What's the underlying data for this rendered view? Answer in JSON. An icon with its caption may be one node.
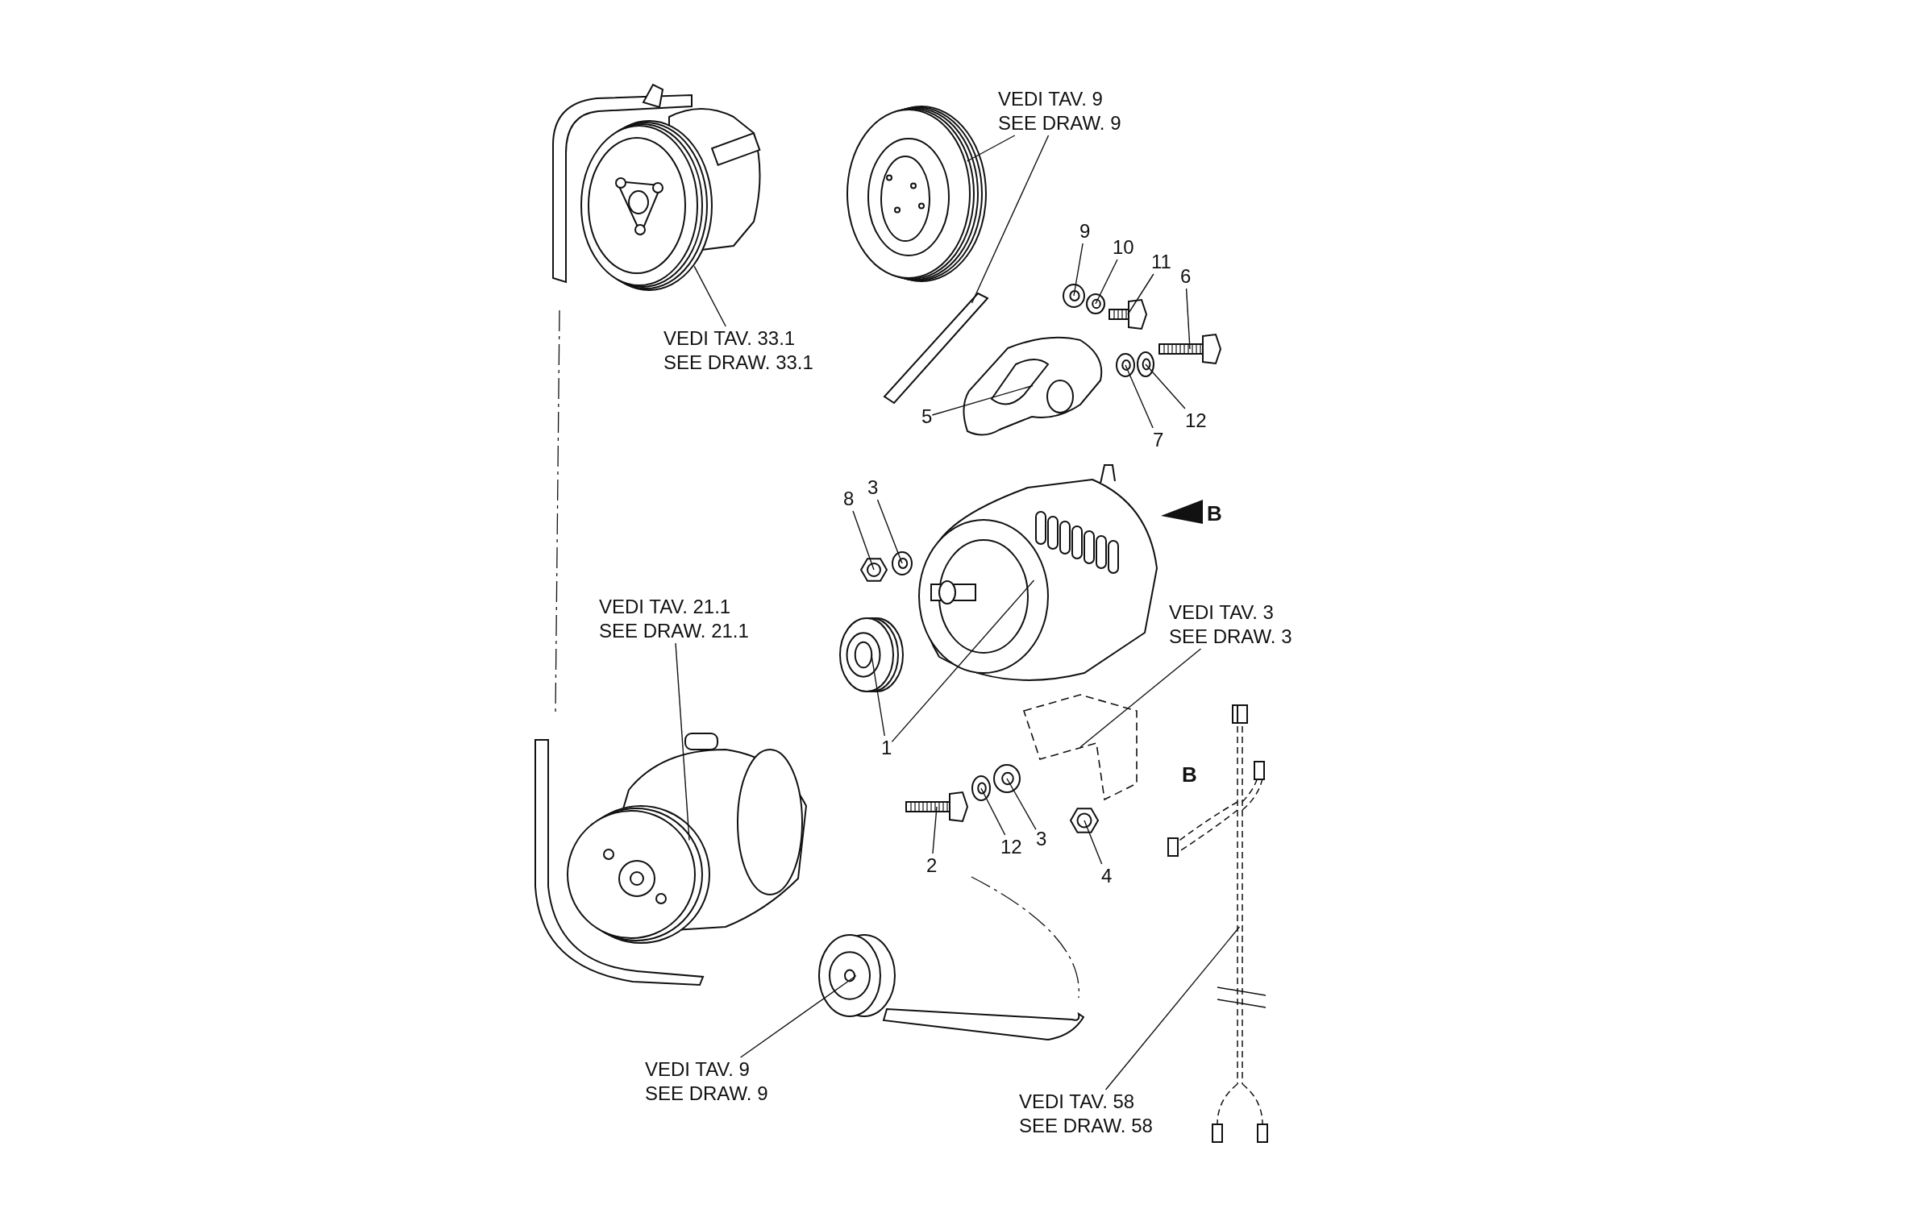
{
  "diagram": {
    "nodes": [
      {
        "text": [
          "VEDI TAV. 9",
          "SEE DRAW. 9"
        ]
      },
      {
        "text": [
          "9"
        ]
      },
      {
        "text": [
          "10"
        ]
      },
      {
        "text": [
          "11"
        ]
      },
      {
        "text": [
          "6"
        ]
      },
      {
        "text": [
          "VEDI TAV. 33.1",
          "SEE DRAW. 33.1"
        ]
      },
      {
        "text": [
          "5"
        ]
      },
      {
        "text": [
          "12"
        ]
      },
      {
        "text": [
          "7"
        ]
      },
      {
        "text": [
          "8"
        ]
      },
      {
        "text": [
          "3"
        ]
      },
      {
        "text": [
          "VEDI TAV. 21.1",
          "SEE DRAW. 21.1"
        ]
      },
      {
        "text": [
          "VEDI TAV. 3",
          "SEE DRAW. 3"
        ]
      },
      {
        "text": [
          "1"
        ]
      },
      {
        "text": [
          "2"
        ]
      },
      {
        "text": [
          "12"
        ]
      },
      {
        "text": [
          "3"
        ]
      },
      {
        "text": [
          "4"
        ]
      },
      {
        "text": [
          "VEDI TAV. 9",
          "SEE DRAW. 9"
        ]
      },
      {
        "text": [
          "VEDI TAV. 58",
          "SEE DRAW. 58"
        ]
      },
      {
        "text": [],
        "shape": "picture"
      },
      {
        "text": [],
        "shape": "picture"
      },
      {
        "text": [],
        "shape": "picture"
      },
      {
        "text": [],
        "shape": "picture"
      },
      {
        "text": [],
        "shape": "picture"
      },
      {
        "text": [],
        "shape": "picture"
      },
      {
        "text": [],
        "shape": "picture"
      },
      {
        "text": [],
        "shape": "picture"
      },
      {
        "text": [],
        "shape": "picture"
      },
      {
        "text": [],
        "shape": "picture"
      },
      {
        "text": [],
        "shape": "picture"
      },
      {
        "text": [],
        "shape": "picture"
      },
      {
        "text": [],
        "shape": "picture"
      },
      {
        "text": [],
        "shape": "picture"
      },
      {
        "text": [],
        "shape": "picture"
      },
      {
        "text": [],
        "shape": "picture"
      },
      {
        "text": [],
        "shape": "picture"
      },
      {
        "text": [],
        "shape": "picture"
      },
      {
        "text": [],
        "shape": "picture"
      },
      {
        "text": [],
        "shape": "picture"
      },
      {
        "text": [],
        "shape": "picture"
      },
      {
        "text": [],
        "shape": "picture"
      }
    ],
    "edges": [
      {
        "from": 0,
        "to": 21,
        "arrow": "none"
      },
      {
        "from": 0,
        "to": 22,
        "arrow": "none"
      },
      {
        "from": 1,
        "to": 23,
        "arrow": "none"
      },
      {
        "from": 2,
        "to": 24,
        "arrow": "none"
      },
      {
        "from": 3,
        "to": 25,
        "arrow": "none"
      },
      {
        "from": 4,
        "to": 26,
        "arrow": "none"
      },
      {
        "from": 5,
        "to": 20,
        "arrow": "none"
      },
      {
        "from": 6,
        "to": 27,
        "arrow": "none"
      },
      {
        "from": 7,
        "to": 28,
        "arrow": "none"
      },
      {
        "from": 8,
        "to": 29,
        "arrow": "none"
      },
      {
        "from": 9,
        "to": 30,
        "arrow": "none"
      },
      {
        "from": 10,
        "to": 31,
        "arrow": "none"
      },
      {
        "from": 11,
        "to": 35,
        "arrow": "none"
      },
      {
        "from": 12,
        "to": 34,
        "arrow": "none"
      },
      {
        "from": 13,
        "to": 33,
        "arrow": "none"
      },
      {
        "from": 13,
        "to": 32,
        "arrow": "none"
      },
      {
        "from": 14,
        "to": 36,
        "arrow": "none"
      },
      {
        "from": 15,
        "to": 37,
        "arrow": "none"
      },
      {
        "from": 16,
        "to": 38,
        "arrow": "none"
      },
      {
        "from": 17,
        "to": 39,
        "arrow": "none"
      },
      {
        "from": 18,
        "to": 40,
        "arrow": "none"
      },
      {
        "from": 19,
        "to": 41,
        "arrow": "none"
      }
    ],
    "labels": [
      "B",
      "B"
    ]
  }
}
